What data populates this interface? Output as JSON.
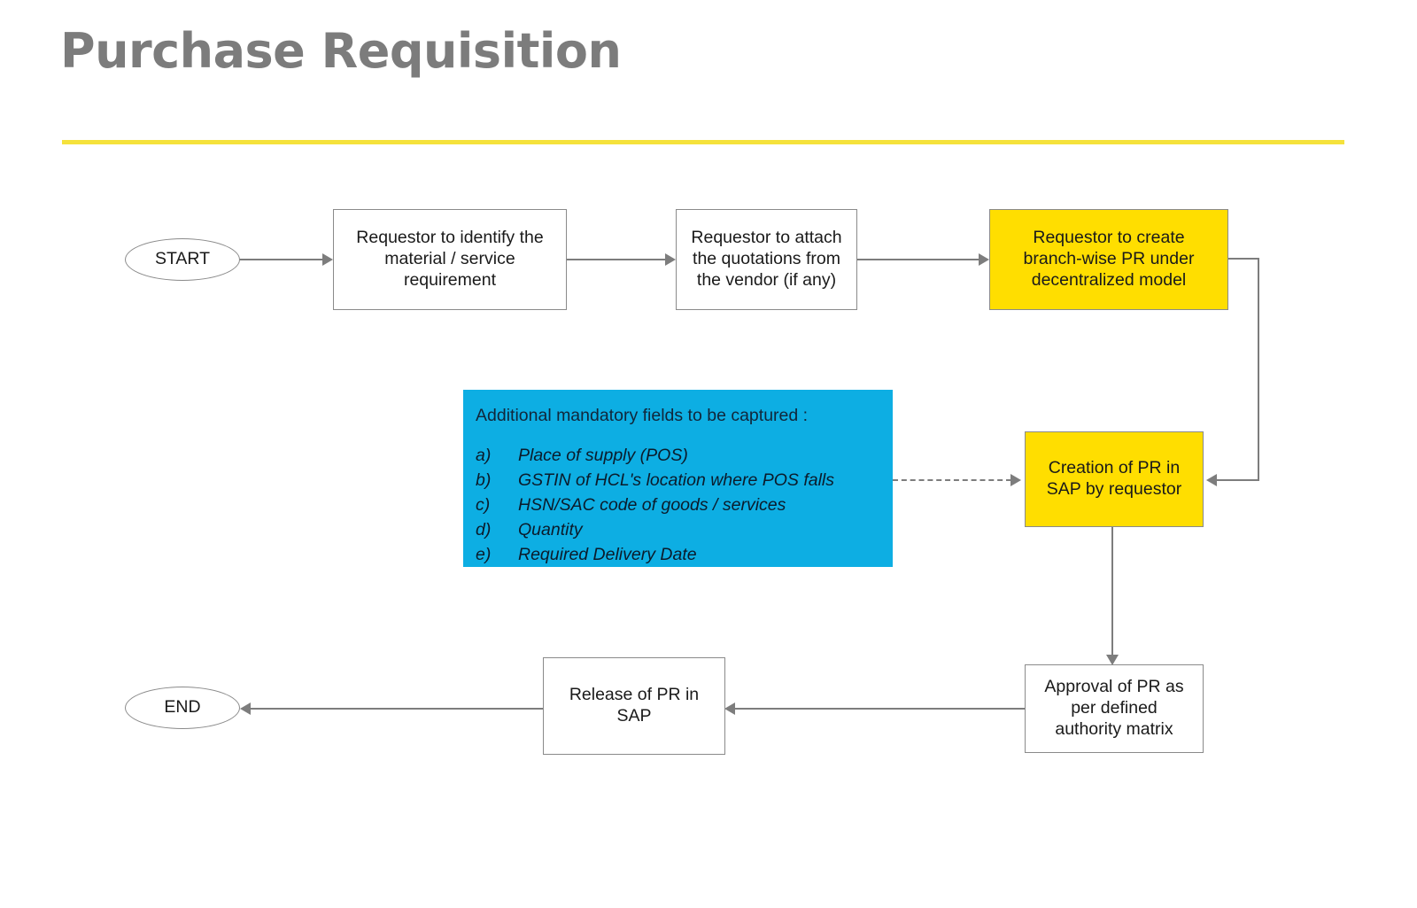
{
  "page": {
    "title": "Purchase Requisition",
    "accent_rule_color": "#f5e23c",
    "title_color": "#7c7c7c",
    "background": "#ffffff"
  },
  "flow": {
    "type": "flowchart",
    "colors": {
      "highlight_yellow": "#ffde00",
      "info_blue": "#0daee3",
      "connector_gray": "#7d7d7d",
      "node_border": "#8a8a8a"
    },
    "nodes": [
      {
        "id": "start",
        "shape": "ellipse",
        "label": "START",
        "fill": "#ffffff"
      },
      {
        "id": "identify",
        "shape": "rectangle",
        "label": "Requestor to identify the material /  service requirement",
        "fill": "#ffffff"
      },
      {
        "id": "attach",
        "shape": "rectangle",
        "label": "Requestor to attach the quotations from the vendor (if any)",
        "fill": "#ffffff"
      },
      {
        "id": "branch_pr",
        "shape": "rectangle",
        "label": "Requestor to create branch-wise PR under decentralized model",
        "fill": "#ffde00"
      },
      {
        "id": "creation_pr",
        "shape": "rectangle",
        "label": "Creation of PR in SAP by requestor",
        "fill": "#ffde00"
      },
      {
        "id": "approval_pr",
        "shape": "rectangle",
        "label": "Approval of PR as per defined authority matrix",
        "fill": "#ffffff"
      },
      {
        "id": "release_pr",
        "shape": "rectangle",
        "label": "Release of PR in SAP",
        "fill": "#ffffff"
      },
      {
        "id": "end",
        "shape": "ellipse",
        "label": "END",
        "fill": "#ffffff"
      }
    ],
    "edges": [
      {
        "from": "start",
        "to": "identify",
        "style": "solid"
      },
      {
        "from": "identify",
        "to": "attach",
        "style": "solid"
      },
      {
        "from": "attach",
        "to": "branch_pr",
        "style": "solid"
      },
      {
        "from": "branch_pr",
        "to": "creation_pr",
        "style": "solid"
      },
      {
        "from": "info_note",
        "to": "creation_pr",
        "style": "dashed"
      },
      {
        "from": "creation_pr",
        "to": "approval_pr",
        "style": "solid"
      },
      {
        "from": "approval_pr",
        "to": "release_pr",
        "style": "solid"
      },
      {
        "from": "release_pr",
        "to": "end",
        "style": "solid"
      }
    ]
  },
  "info_note": {
    "heading": "Additional mandatory fields to be captured :",
    "items": [
      {
        "marker": "a)",
        "text": "Place of supply (POS)"
      },
      {
        "marker": "b)",
        "text": "GSTIN of HCL's location where POS falls"
      },
      {
        "marker": "c)",
        "text": "HSN/SAC code of goods / services"
      },
      {
        "marker": "d)",
        "text": "Quantity"
      },
      {
        "marker": "e)",
        "text": "Required Delivery Date"
      }
    ]
  },
  "node_labels": {
    "start": "START",
    "identify_l1": "Requestor to identify the",
    "identify_l2": "material /  service",
    "identify_l3": "requirement",
    "attach_l1": "Requestor to attach",
    "attach_l2": "the quotations from",
    "attach_l3": "the vendor (if any)",
    "branch_l1": "Requestor to create",
    "branch_l2": "branch-wise PR under",
    "branch_l3": "decentralized model",
    "creation_l1": "Creation of PR in",
    "creation_l2": "SAP by requestor",
    "approval_l1": "Approval of PR as",
    "approval_l2": "per defined",
    "approval_l3": "authority matrix",
    "release_l1": "Release of PR in",
    "release_l2": "SAP",
    "end": "END"
  }
}
